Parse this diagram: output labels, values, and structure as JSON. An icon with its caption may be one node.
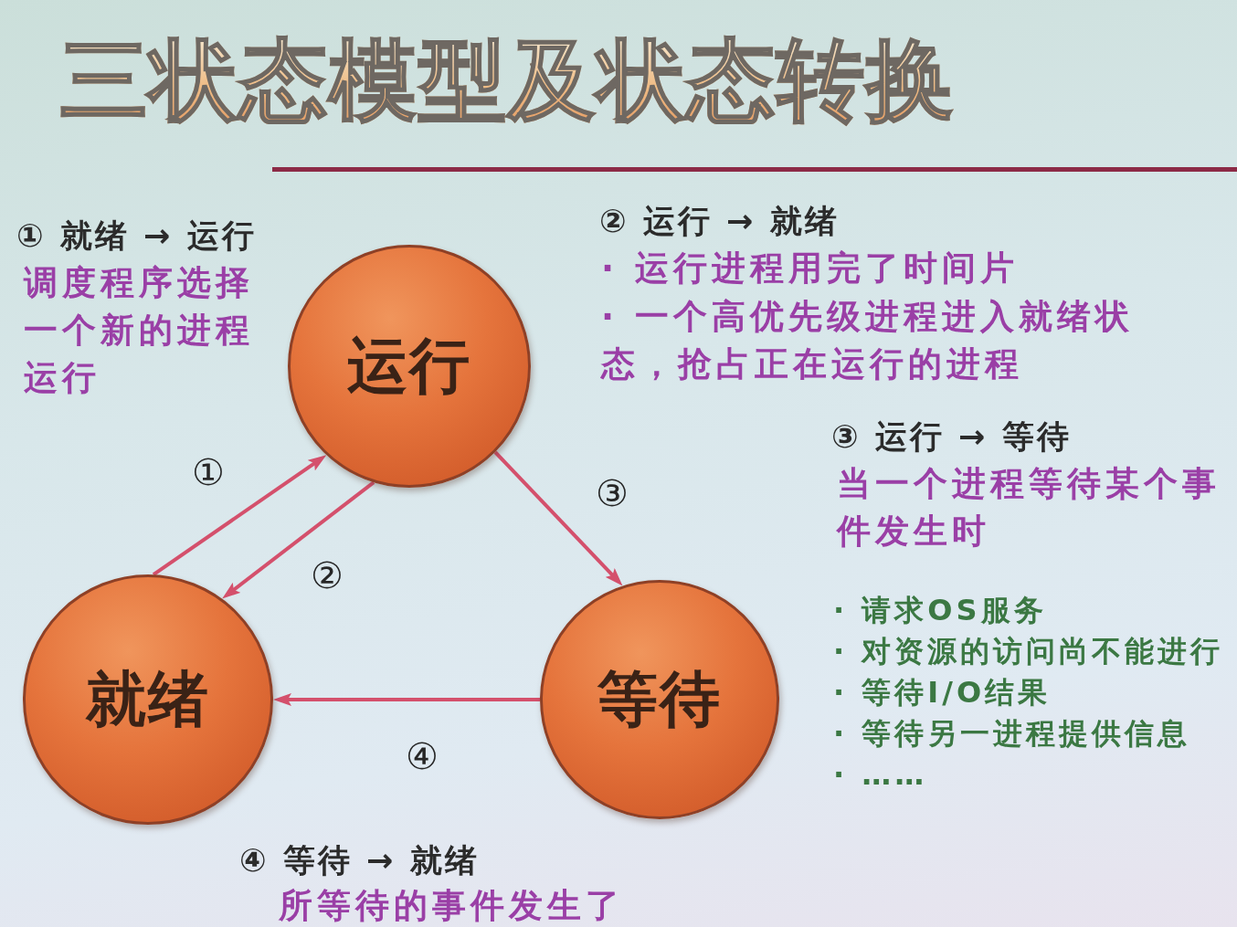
{
  "diagram": {
    "title": "三状态模型及状态转换",
    "nodes": [
      {
        "text": [
          "运行"
        ]
      },
      {
        "text": [
          "就绪"
        ]
      },
      {
        "text": [
          "等待"
        ]
      }
    ],
    "edges": [
      {
        "from": 1,
        "to": 0,
        "arrow": "to",
        "label": "①"
      },
      {
        "from": 0,
        "to": 1,
        "arrow": "to",
        "label": "②"
      },
      {
        "from": 0,
        "to": 2,
        "arrow": "to",
        "label": "③"
      },
      {
        "from": 2,
        "to": 1,
        "arrow": "to",
        "label": "④"
      }
    ],
    "labels": [
      "① 就绪 → 运行",
      "调度程序选择一个新的进程运行",
      "② 运行 → 就绪",
      "· 运行进程用完了时间片",
      "· 一个高优先级进程进入就绪状态，抢占正在运行的进程",
      "③ 运行 → 等待",
      "当一个进程等待某个事件发生时",
      "· 请求OS服务",
      "· 对资源的访问尚不能进行",
      "· 等待I/O结果",
      "· 等待另一进程提供信息",
      "· ……",
      "④ 等待 → 就绪",
      "所等待的事件发生了"
    ]
  }
}
